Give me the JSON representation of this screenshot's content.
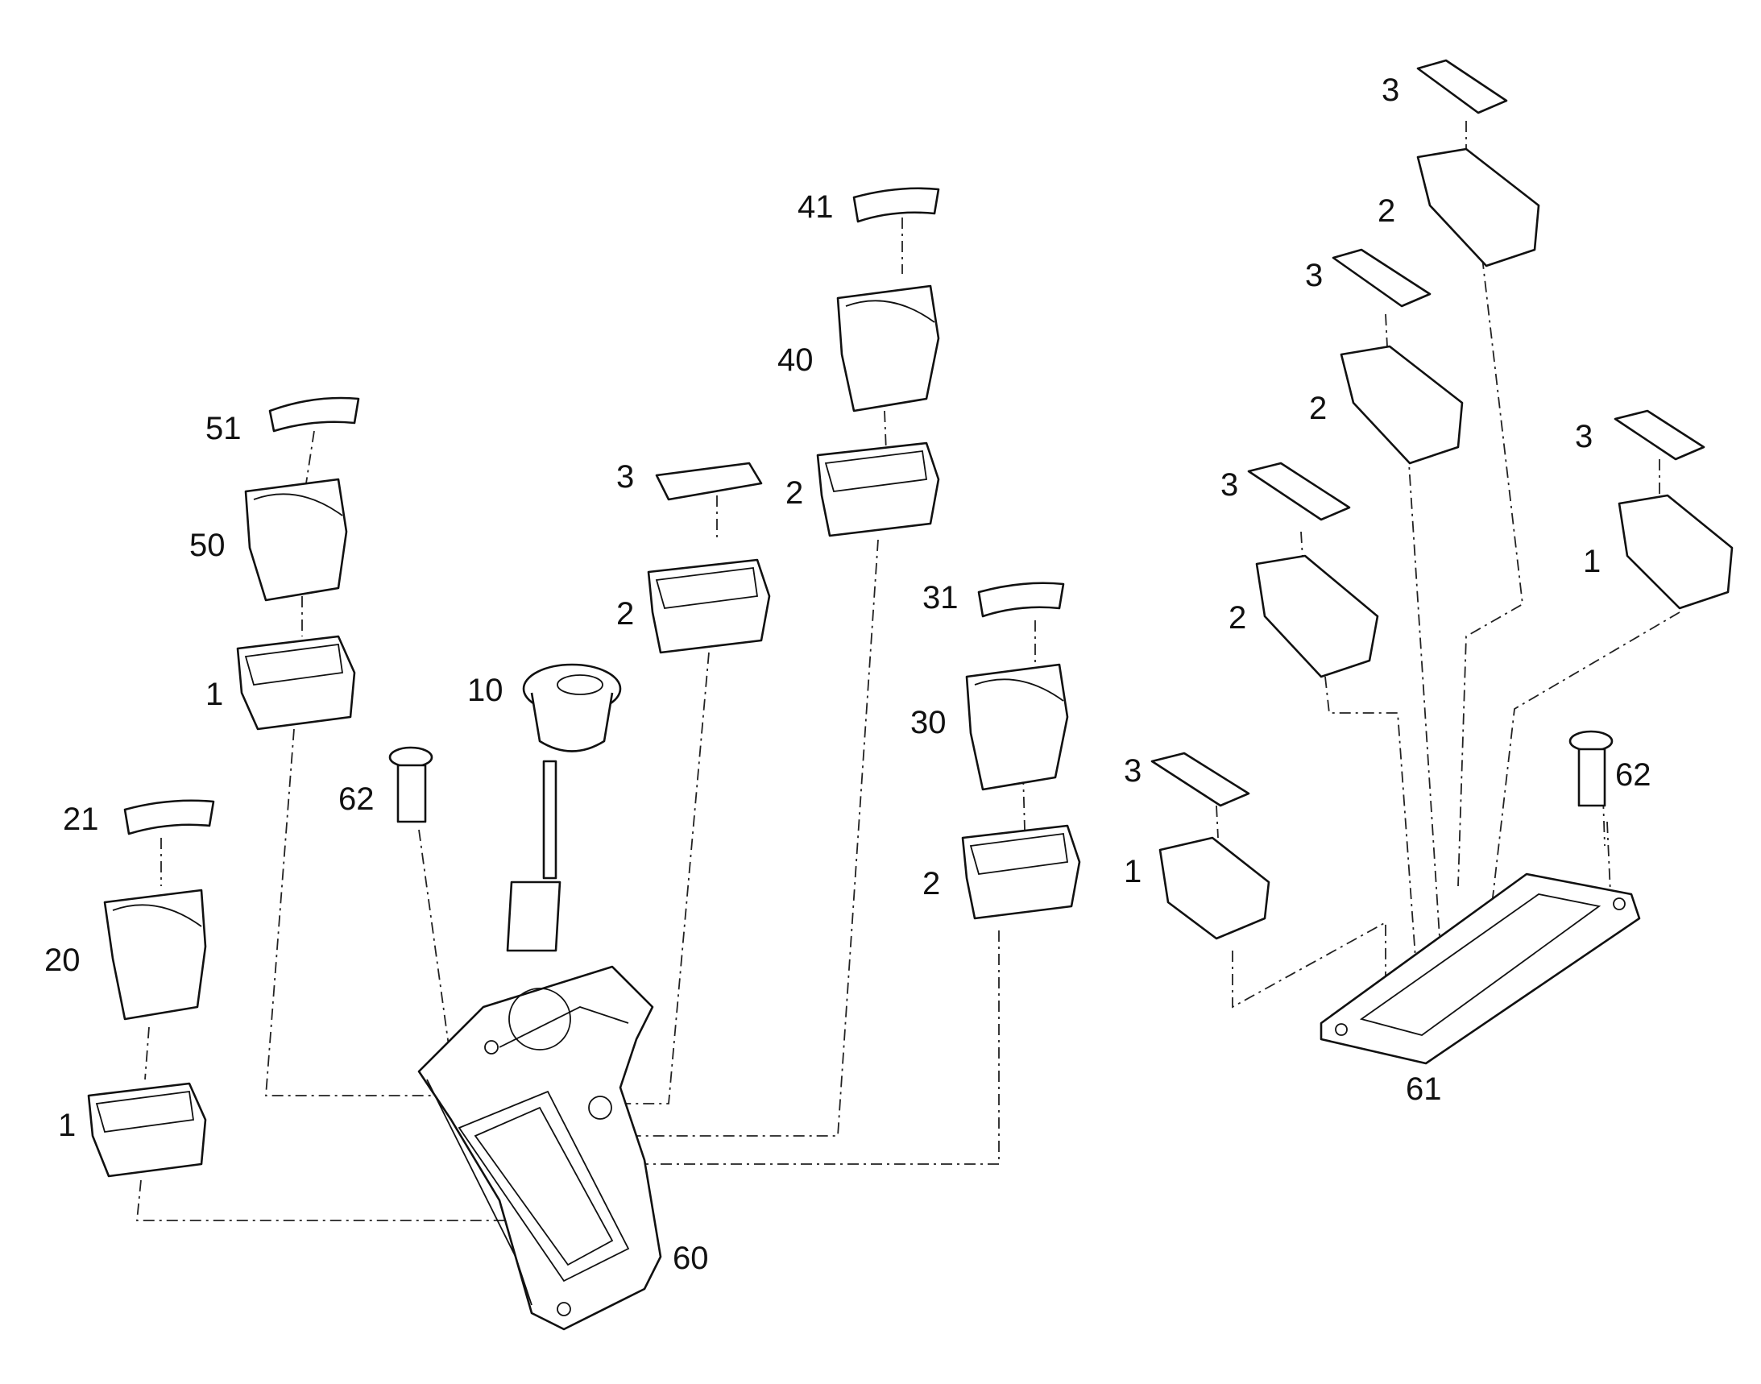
{
  "diagram": {
    "callouts": {
      "c3_top": "3",
      "c2_top": "2",
      "c41": "41",
      "c3_mid": "3",
      "c40": "40",
      "c2_mid": "2",
      "c51": "51",
      "c3_a": "3",
      "c2_a": "2",
      "c3_right": "3",
      "c3_b": "3",
      "c50": "50",
      "c1_right": "1",
      "c31": "31",
      "c2_b": "2",
      "c2_c": "2",
      "c10": "10",
      "c1_a": "1",
      "c30": "30",
      "c62_left": "62",
      "c3_c": "3",
      "c62_right": "62",
      "c21": "21",
      "c1_b": "1",
      "c2_d": "2",
      "c20": "20",
      "c61": "61",
      "c1_c": "1",
      "c60": "60"
    }
  }
}
